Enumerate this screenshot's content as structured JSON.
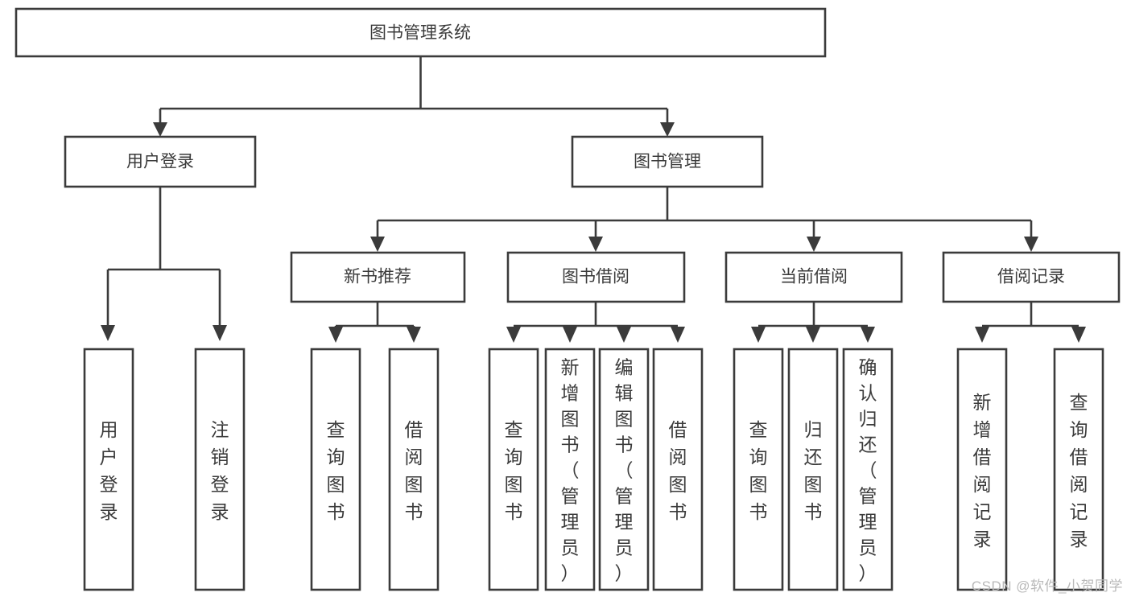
{
  "diagram": {
    "type": "tree-hierarchy-chart",
    "title": "图书管理系统",
    "orientation": "top-down",
    "colors": {
      "stroke": "#3b3b3b",
      "box_fill": "#ffffff",
      "background": "#ffffff",
      "watermark": "#b9b9b9"
    },
    "levels": {
      "root": {
        "label": "图书管理系统"
      },
      "level2": [
        {
          "id": "user-login",
          "label": "用户登录"
        },
        {
          "id": "book-manage",
          "label": "图书管理"
        }
      ],
      "level3": [
        {
          "id": "new-book-recommend",
          "label": "新书推荐",
          "parent": "book-manage"
        },
        {
          "id": "book-borrow",
          "label": "图书借阅",
          "parent": "book-manage"
        },
        {
          "id": "current-borrow",
          "label": "当前借阅",
          "parent": "book-manage"
        },
        {
          "id": "borrow-record",
          "label": "借阅记录",
          "parent": "book-manage"
        }
      ],
      "leaves": [
        {
          "id": "leaf-user-login",
          "label": "用户登录",
          "parent": "user-login"
        },
        {
          "id": "leaf-user-logout",
          "label": "注销登录",
          "parent": "user-login"
        },
        {
          "id": "leaf-query-book-1",
          "label": "查询图书",
          "parent": "new-book-recommend"
        },
        {
          "id": "leaf-borrow-book-1",
          "label": "借阅图书",
          "parent": "new-book-recommend"
        },
        {
          "id": "leaf-query-book-2",
          "label": "查询图书",
          "parent": "book-borrow"
        },
        {
          "id": "leaf-add-book",
          "label": "新增图书（管理员）",
          "parent": "book-borrow"
        },
        {
          "id": "leaf-edit-book",
          "label": "编辑图书（管理员）",
          "parent": "book-borrow"
        },
        {
          "id": "leaf-borrow-book-2",
          "label": "借阅图书",
          "parent": "book-borrow"
        },
        {
          "id": "leaf-query-book-3",
          "label": "查询图书",
          "parent": "current-borrow"
        },
        {
          "id": "leaf-return-book",
          "label": "归还图书",
          "parent": "current-borrow"
        },
        {
          "id": "leaf-confirm-return",
          "label": "确认归还（管理员）",
          "parent": "current-borrow"
        },
        {
          "id": "leaf-add-record",
          "label": "新增借阅记录",
          "parent": "borrow-record"
        },
        {
          "id": "leaf-query-record",
          "label": "查询借阅记录",
          "parent": "borrow-record"
        }
      ]
    }
  },
  "watermark": {
    "text": "CSDN @软件_小贺同学"
  }
}
